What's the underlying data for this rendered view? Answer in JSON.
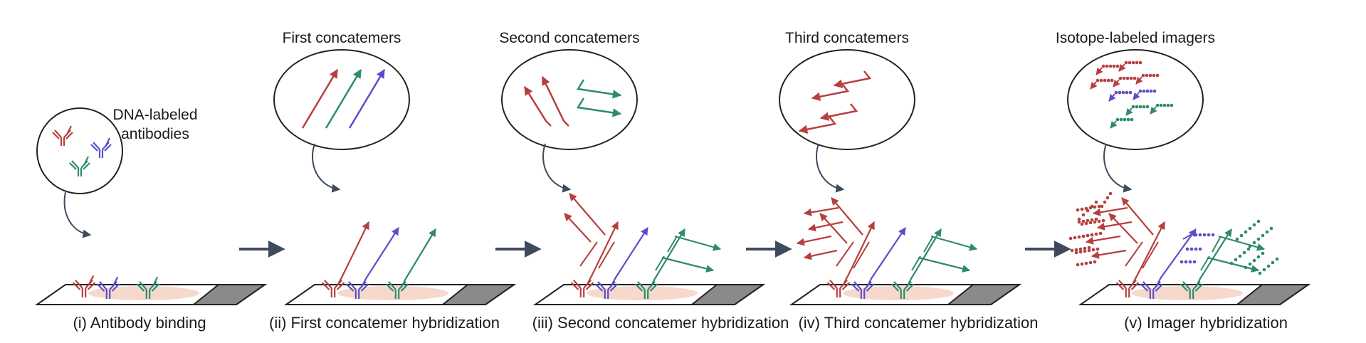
{
  "colors": {
    "red": "#b5403f",
    "blue": "#5a4fc8",
    "green": "#2f8a6e",
    "arrow": "#3f4a5c",
    "stroke": "#222222",
    "surface_gray": "#8a8a8a",
    "cell_pink": "#f6d9cc"
  },
  "labels": {
    "dna_labeled": "DNA-labeled",
    "antibodies": "antibodies",
    "first": "First concatemers",
    "second": "Second concatemers",
    "third": "Third concatemers",
    "imagers": "Isotope-labeled imagers"
  },
  "steps": [
    {
      "label": "(i) Antibody binding"
    },
    {
      "label": "(ii) First concatemer hybridization"
    },
    {
      "label": "(iii) Second concatemer hybridization"
    },
    {
      "label": "(iv) Third concatemer hybridization"
    },
    {
      "label": "(v) Imager hybridization"
    }
  ],
  "icons": [
    "antibody-icon",
    "concatemer-strand-icon",
    "imager-dot-icon",
    "process-arrow-icon"
  ]
}
